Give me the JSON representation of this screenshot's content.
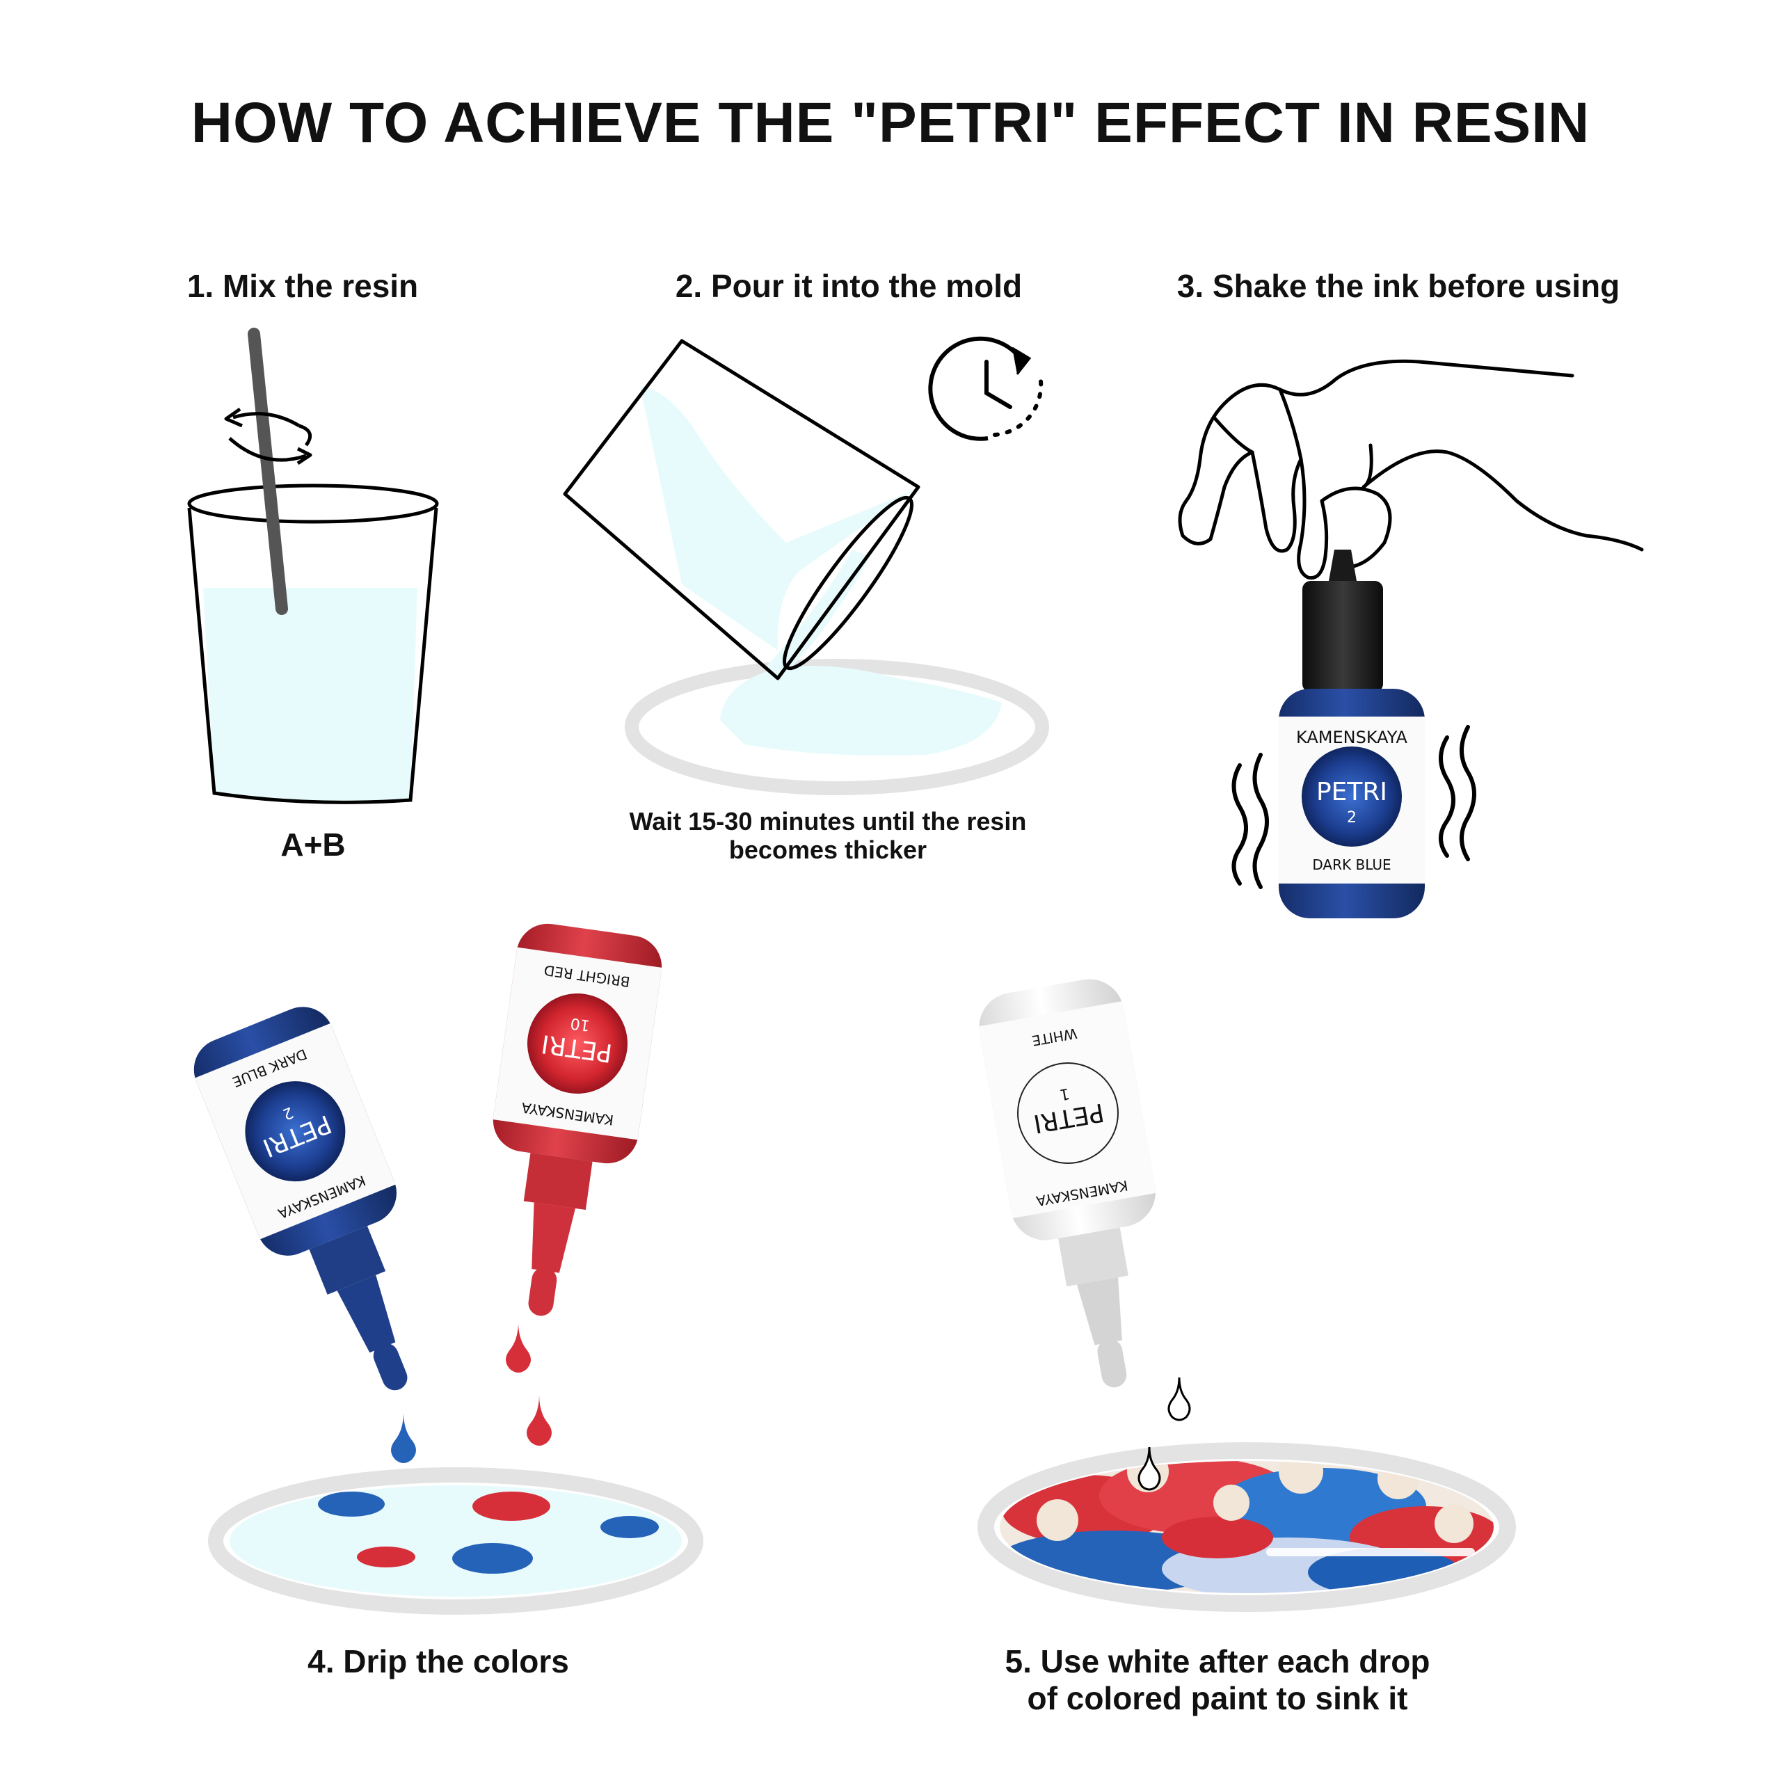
{
  "title": "HOW TO ACHIEVE THE \"PETRI\" EFFECT IN RESIN",
  "steps": {
    "s1": {
      "label": "1. Mix the resin",
      "caption": "A+B"
    },
    "s2": {
      "label": "2. Pour it into the mold",
      "caption_line1": "Wait 15-30 minutes until the resin",
      "caption_line2": "becomes thicker"
    },
    "s3": {
      "label": "3. Shake the ink before using"
    },
    "s4": {
      "label": "4. Drip the colors"
    },
    "s5": {
      "label_line1": "5. Use white after each drop",
      "label_line2": "of colored paint to sink it"
    }
  },
  "bottles": {
    "brand": "KAMENSKAYA",
    "dark_blue": {
      "name": "PETRI",
      "number": "2",
      "color_name": "DARK BLUE",
      "color": "#1f3f8a"
    },
    "bright_red": {
      "name": "PETRI",
      "number": "10",
      "color_name": "BRIGHT RED",
      "color": "#d4343f"
    },
    "white": {
      "name": "PETRI",
      "number": "1",
      "color_name": "WHITE",
      "color": "#f2f2f2"
    }
  },
  "colors": {
    "resin": "#e8fbfc",
    "dish": "#e6e6e6",
    "blue_drop": "#2563b8",
    "red_drop": "#d62f3a"
  }
}
